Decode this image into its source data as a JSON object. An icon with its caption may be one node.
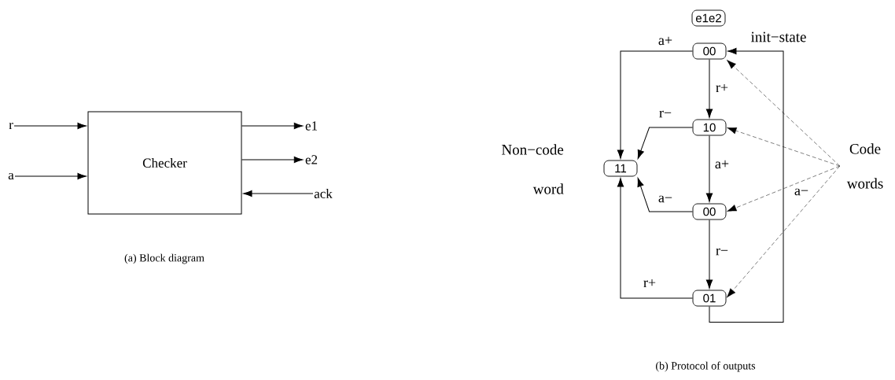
{
  "diagram": {
    "nodes": [
      {
        "text": [
          "Checker"
        ]
      },
      {
        "text": [
          "r"
        ]
      },
      {
        "text": [
          "a"
        ]
      },
      {
        "text": [
          "e1"
        ]
      },
      {
        "text": [
          "e2"
        ]
      },
      {
        "text": [
          "ack"
        ]
      },
      {
        "text": [
          "e1e2"
        ]
      },
      {
        "text": [
          "00"
        ],
        "beside": [
          "init−state"
        ]
      },
      {
        "text": [
          "10"
        ]
      },
      {
        "text": [
          "11"
        ],
        "beside": [
          "Non−code word"
        ]
      },
      {
        "text": [
          "00"
        ]
      },
      {
        "text": [
          "01"
        ]
      },
      {
        "text": [
          "Code words"
        ]
      }
    ],
    "edges": [
      {
        "from": 1,
        "to": 0,
        "arrow": "to"
      },
      {
        "from": 2,
        "to": 0,
        "arrow": "to"
      },
      {
        "from": 0,
        "to": 3,
        "arrow": "to"
      },
      {
        "from": 0,
        "to": 4,
        "arrow": "to"
      },
      {
        "from": 5,
        "to": 0,
        "arrow": "to"
      },
      {
        "from": 7,
        "to": 8,
        "arrow": "to",
        "label": "r+"
      },
      {
        "from": 8,
        "to": 10,
        "arrow": "to",
        "label": "a+"
      },
      {
        "from": 10,
        "to": 11,
        "arrow": "to",
        "label": "r−"
      },
      {
        "from": 7,
        "to": 9,
        "arrow": "to",
        "label": "a+"
      },
      {
        "from": 8,
        "to": 9,
        "arrow": "to",
        "label": "r−"
      },
      {
        "from": 10,
        "to": 9,
        "arrow": "to",
        "label": "a−"
      },
      {
        "from": 11,
        "to": 9,
        "arrow": "to",
        "label": "r+"
      },
      {
        "from": 11,
        "to": 7,
        "arrow": "to",
        "label": "a−"
      },
      {
        "from": 12,
        "to": 7,
        "arrow": "to",
        "style": "dashed"
      },
      {
        "from": 12,
        "to": 8,
        "arrow": "to",
        "style": "dashed"
      },
      {
        "from": 12,
        "to": 10,
        "arrow": "to",
        "style": "dashed"
      },
      {
        "from": 12,
        "to": 11,
        "arrow": "to",
        "style": "dashed"
      }
    ],
    "labels": [
      "(a) Block diagram",
      "(b) Protocol of outputs"
    ]
  }
}
